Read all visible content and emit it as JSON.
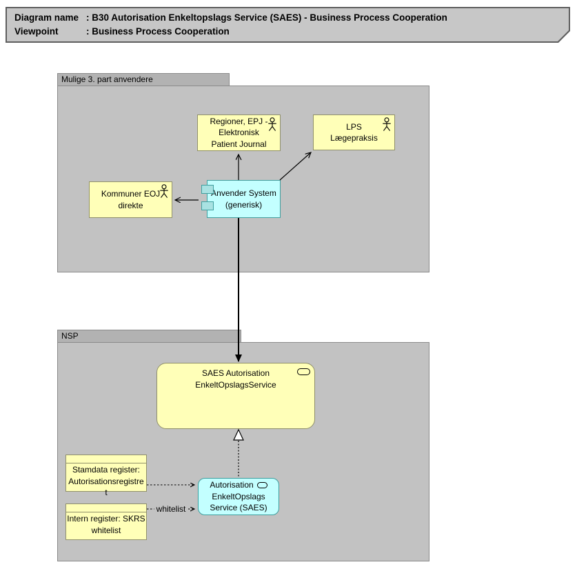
{
  "colors": {
    "group_fill": "#c2c2c2",
    "group_tab_fill": "#b2b2b2",
    "note_fill": "#c7c7c7",
    "business_yellow_fill": "#ffffb8",
    "business_yellow_border": "#90906a",
    "application_cyan_fill": "#c3ffff",
    "application_cyan_border": "#3f9f9f",
    "line_color": "#000000"
  },
  "title_note": {
    "rows": [
      {
        "label": "Diagram name",
        "value": ": B30 Autorisation Enkeltopslags Service (SAES) - Business Process Cooperation"
      },
      {
        "label": "Viewpoint",
        "value": ": Business Process Cooperation"
      }
    ]
  },
  "groups": {
    "third_party": {
      "label": "Mulige 3. part anvendere"
    },
    "nsp": {
      "label": "NSP"
    }
  },
  "nodes": {
    "regioner": {
      "icon": "actor-icon",
      "lines": [
        "Regioner, EPJ -",
        "Elektronisk",
        "Patient Journal"
      ]
    },
    "lps": {
      "icon": "actor-icon",
      "lines": [
        "LPS",
        "Lægepraksis"
      ]
    },
    "kommuner": {
      "icon": "actor-icon",
      "lines": [
        "Kommuner EOJ",
        "direkte"
      ]
    },
    "anvender": {
      "icon": "component-icon",
      "lines": [
        "Anvender System",
        "(generisk)"
      ]
    },
    "saes_service": {
      "icon": "service-icon",
      "lines": [
        "SAES Autorisation",
        "EnkeltOpslagsService"
      ]
    },
    "stamdata": {
      "lines": [
        "Stamdata register:",
        "Autorisationsregistre",
        "t"
      ]
    },
    "intern": {
      "lines": [
        "Intern register: SKRS",
        "whitelist"
      ]
    },
    "autorisation": {
      "icon": "service-icon",
      "lines": [
        "Autorisation",
        "EnkeltOpslags",
        "Service (SAES)"
      ]
    }
  },
  "edges": {
    "whitelist_label": "whitelist"
  }
}
